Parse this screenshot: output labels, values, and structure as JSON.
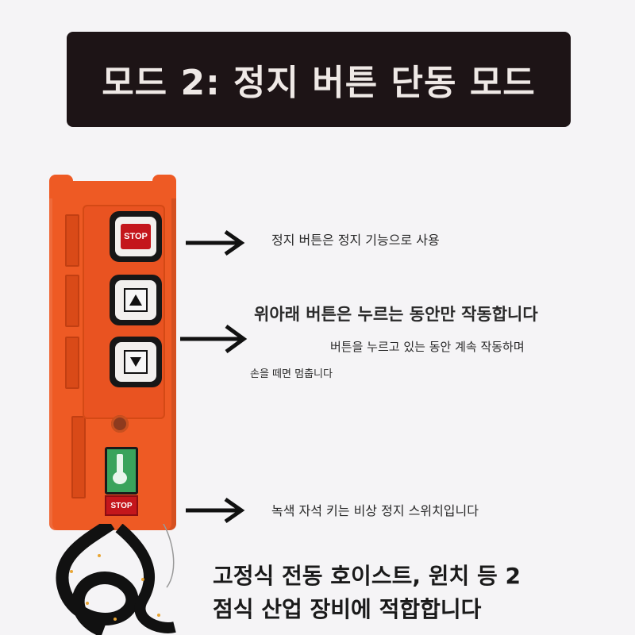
{
  "title": "모드 2: 정지 버튼 단동 모드",
  "remote": {
    "stop_label": "STOP",
    "estop_label": "STOP",
    "body_color": "#ee5a24",
    "stop_color": "#c4161c",
    "key_color": "#3aa35c",
    "up_icon": "triangle-up-icon",
    "down_icon": "triangle-down-icon"
  },
  "annotations": {
    "stop_note": "정지 버튼은 정지 기능으로 사용",
    "updown_note_main": "위아래 버튼은 누르는 동안만 작동합니다",
    "updown_note_detail": "버튼을 누르고 있는 동안 계속 작동하며",
    "updown_note_release": "손을 떼면 멈춥니다",
    "key_note": "녹색 자석 키는 비상 정지 스위치입니다"
  },
  "footer": {
    "line1": "고정식 전동 호이스트, 윈치 등 2",
    "line2": "점식 산업 장비에 적합합니다"
  }
}
